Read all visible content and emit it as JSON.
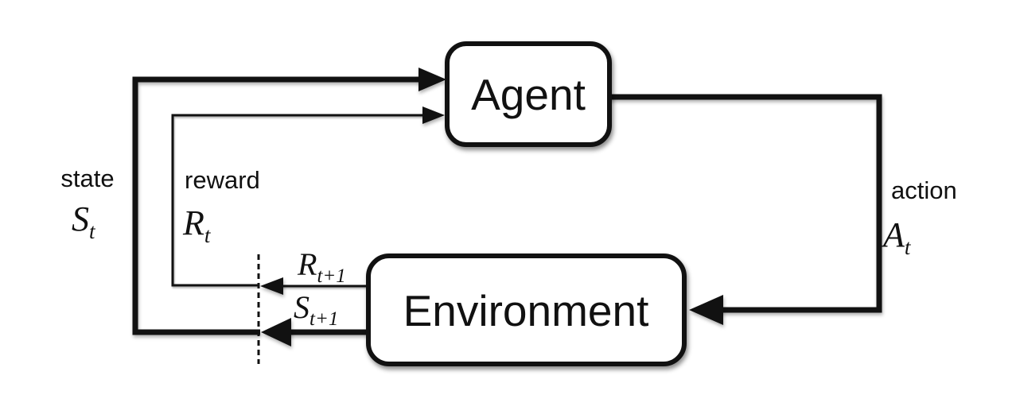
{
  "nodes": {
    "agent": {
      "label": "Agent"
    },
    "environment": {
      "label": "Environment"
    }
  },
  "edges": {
    "state": {
      "word": "state",
      "symbol": "S",
      "subscript": "t"
    },
    "reward": {
      "word": "reward",
      "symbol": "R",
      "subscript": "t"
    },
    "action": {
      "word": "action",
      "symbol": "A",
      "subscript": "t"
    },
    "next_reward": {
      "symbol": "R",
      "subscript": "t+1"
    },
    "next_state": {
      "symbol": "S",
      "subscript": "t+1"
    }
  },
  "colors": {
    "line": "#111111",
    "node_fill": "#ffffff",
    "background": "#ffffff"
  }
}
